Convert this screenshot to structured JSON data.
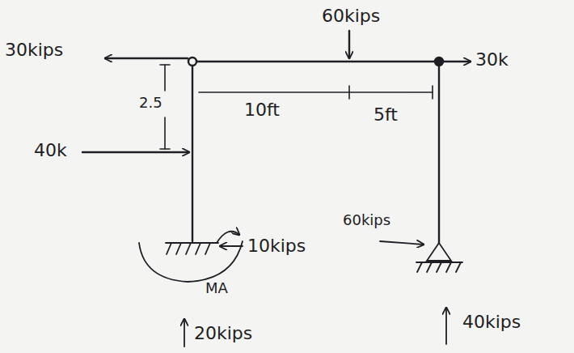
{
  "diagram": {
    "labels": [
      "30kips",
      "60kips",
      "30k",
      "2.5",
      "10ft",
      "5ft",
      "40k",
      "10kips",
      "MA",
      "20kips",
      "60kips",
      "40kips"
    ]
  }
}
